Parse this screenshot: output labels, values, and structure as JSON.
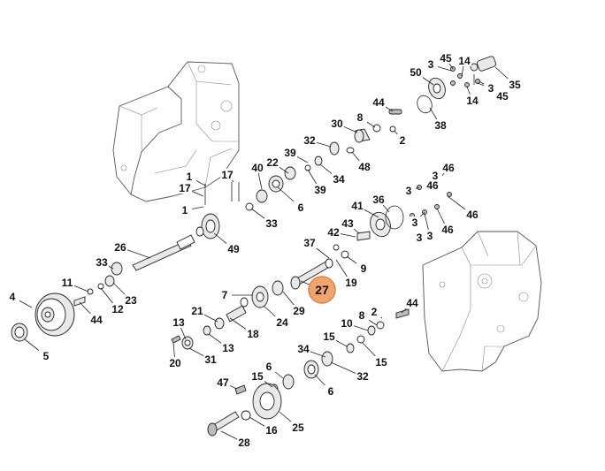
{
  "diagram": {
    "highlight_color": "#f2a46e",
    "highlighted_callout": "27",
    "callouts": [
      {
        "id": "c1",
        "label": "45"
      },
      {
        "id": "c2",
        "label": "14"
      },
      {
        "id": "c3",
        "label": "50"
      },
      {
        "id": "c4",
        "label": "3"
      },
      {
        "id": "c5",
        "label": "35"
      },
      {
        "id": "c6",
        "label": "14"
      },
      {
        "id": "c7",
        "label": "45"
      },
      {
        "id": "c8",
        "label": "3"
      },
      {
        "id": "c9",
        "label": "44"
      },
      {
        "id": "c10",
        "label": "38"
      },
      {
        "id": "c11",
        "label": "30"
      },
      {
        "id": "c12",
        "label": "8"
      },
      {
        "id": "c13",
        "label": "2"
      },
      {
        "id": "c14",
        "label": "32"
      },
      {
        "id": "c15",
        "label": "48"
      },
      {
        "id": "c16",
        "label": "39"
      },
      {
        "id": "c17",
        "label": "22"
      },
      {
        "id": "c18",
        "label": "34"
      },
      {
        "id": "c19",
        "label": "39"
      },
      {
        "id": "c20",
        "label": "40"
      },
      {
        "id": "c21",
        "label": "6"
      },
      {
        "id": "c22",
        "label": "17"
      },
      {
        "id": "c23",
        "label": "1"
      },
      {
        "id": "c24",
        "label": "17"
      },
      {
        "id": "c25",
        "label": "1"
      },
      {
        "id": "c26",
        "label": "33"
      },
      {
        "id": "c27",
        "label": "46"
      },
      {
        "id": "c28",
        "label": "3"
      },
      {
        "id": "c29",
        "label": "46"
      },
      {
        "id": "c30",
        "label": "3"
      },
      {
        "id": "c31",
        "label": "41"
      },
      {
        "id": "c32",
        "label": "36"
      },
      {
        "id": "c33",
        "label": "3"
      },
      {
        "id": "c34",
        "label": "46"
      },
      {
        "id": "c35",
        "label": "43"
      },
      {
        "id": "c36",
        "label": "42"
      },
      {
        "id": "c37",
        "label": "3"
      },
      {
        "id": "c38",
        "label": "46"
      },
      {
        "id": "c39",
        "label": "3"
      },
      {
        "id": "c40",
        "label": "26"
      },
      {
        "id": "c41",
        "label": "49"
      },
      {
        "id": "c42",
        "label": "37"
      },
      {
        "id": "c43",
        "label": "9"
      },
      {
        "id": "c44",
        "label": "33"
      },
      {
        "id": "c45",
        "label": "19"
      },
      {
        "id": "c46",
        "label": "11"
      },
      {
        "id": "c47",
        "label": "23"
      },
      {
        "id": "c48",
        "label": "27"
      },
      {
        "id": "c49",
        "label": "4"
      },
      {
        "id": "c50",
        "label": "12"
      },
      {
        "id": "c51",
        "label": "7"
      },
      {
        "id": "c52",
        "label": "29"
      },
      {
        "id": "c53",
        "label": "44"
      },
      {
        "id": "c54",
        "label": "44"
      },
      {
        "id": "c55",
        "label": "21"
      },
      {
        "id": "c56",
        "label": "24"
      },
      {
        "id": "c57",
        "label": "8"
      },
      {
        "id": "c58",
        "label": "2"
      },
      {
        "id": "c59",
        "label": "13"
      },
      {
        "id": "c60",
        "label": "18"
      },
      {
        "id": "c61",
        "label": "10"
      },
      {
        "id": "c62",
        "label": "5"
      },
      {
        "id": "c63",
        "label": "13"
      },
      {
        "id": "c64",
        "label": "34"
      },
      {
        "id": "c65",
        "label": "15"
      },
      {
        "id": "c66",
        "label": "20"
      },
      {
        "id": "c67",
        "label": "31"
      },
      {
        "id": "c68",
        "label": "15"
      },
      {
        "id": "c69",
        "label": "6"
      },
      {
        "id": "c70",
        "label": "32"
      },
      {
        "id": "c71",
        "label": "47"
      },
      {
        "id": "c72",
        "label": "15"
      },
      {
        "id": "c73",
        "label": "6"
      },
      {
        "id": "c74",
        "label": "25"
      },
      {
        "id": "c75",
        "label": "16"
      },
      {
        "id": "c76",
        "label": "28"
      }
    ]
  }
}
